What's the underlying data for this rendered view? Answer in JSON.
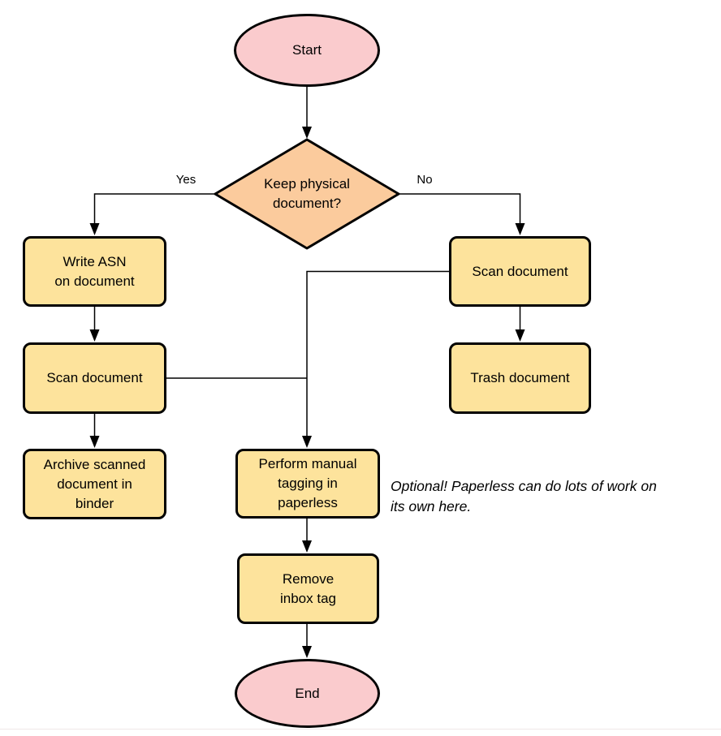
{
  "nodes": {
    "start": {
      "label": "Start"
    },
    "decision": {
      "label": "Keep physical\ndocument?"
    },
    "write_asn": {
      "label": "Write ASN\non document"
    },
    "scan_left": {
      "label": "Scan document"
    },
    "archive": {
      "label": "Archive scanned\ndocument in\nbinder"
    },
    "scan_right": {
      "label": "Scan document"
    },
    "trash": {
      "label": "Trash document"
    },
    "tagging": {
      "label": "Perform manual\ntagging in\npaperless"
    },
    "remove_inbox": {
      "label": "Remove\ninbox tag"
    },
    "end": {
      "label": "End"
    }
  },
  "edge_labels": {
    "yes": "Yes",
    "no": "No"
  },
  "note": "Optional! Paperless can do lots of work on\nits own here.",
  "colors": {
    "terminator_fill": "#FACBCD",
    "decision_fill": "#FBCB9D",
    "process_fill": "#FDE39C",
    "stroke": "#000000"
  }
}
